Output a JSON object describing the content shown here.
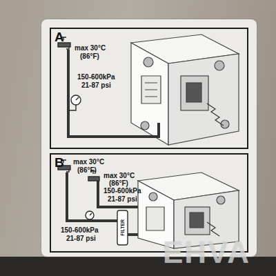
{
  "diagram": {
    "nodes": [
      {
        "text": [
          "A"
        ]
      },
      {
        "text": [
          "B"
        ]
      }
    ],
    "labels": [
      "max 30°C",
      "(86°F)",
      "150-600kPa",
      "21-87 psi",
      "max 30°C",
      "(86°F)",
      "max 30°C",
      "(86°F)",
      "150-600kPa",
      "21-87 psi",
      "FILTER",
      "150-600kPa",
      "21-87 psi",
      "EHVA"
    ]
  }
}
